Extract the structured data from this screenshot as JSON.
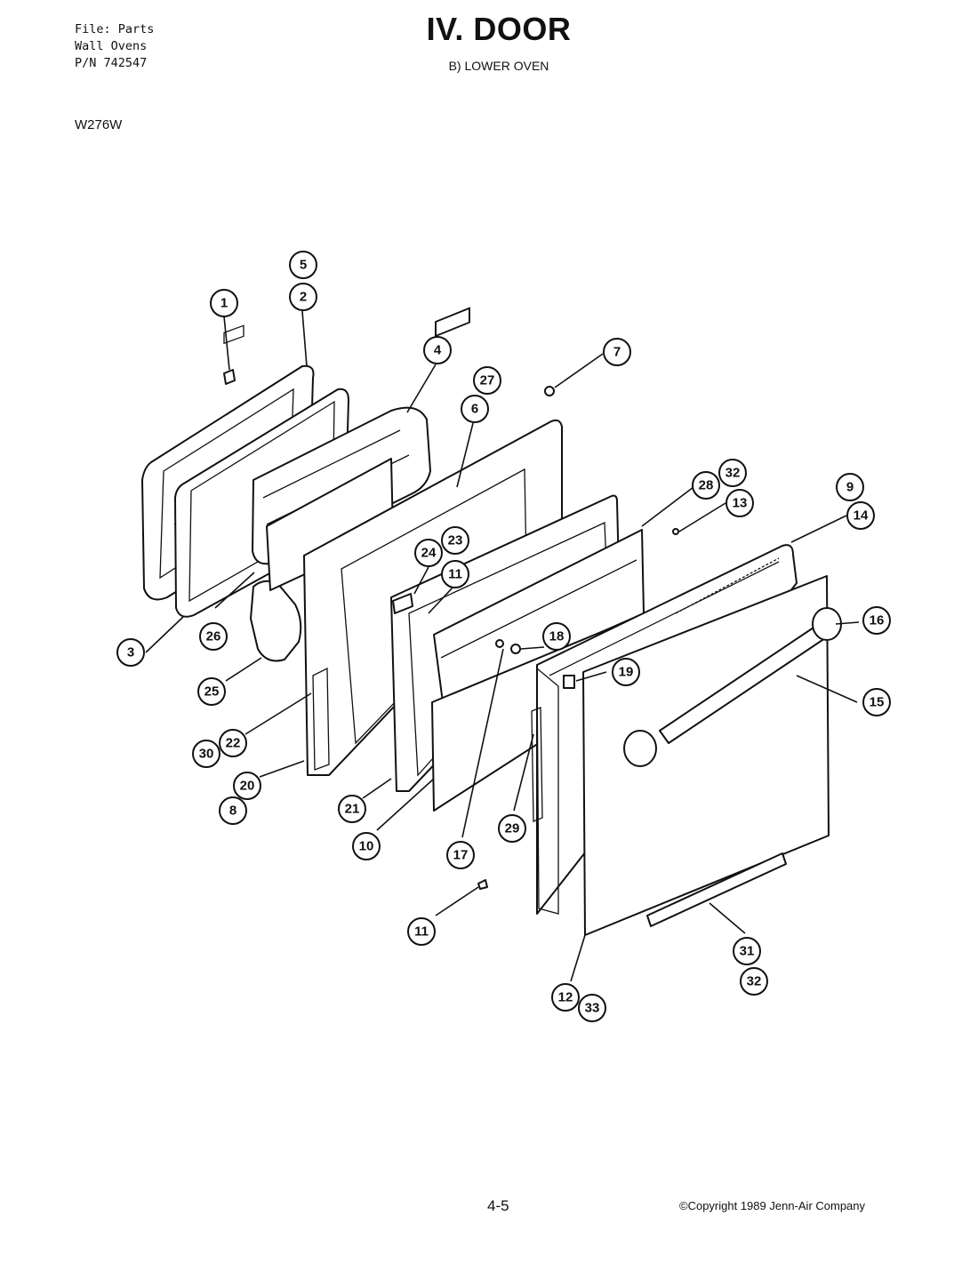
{
  "header": {
    "file_lines": [
      "File: Parts",
      "Wall Ovens",
      "P/N 742547"
    ],
    "title": "IV. DOOR",
    "subtitle": "B) LOWER OVEN",
    "model": "W276W"
  },
  "callouts": [
    "1",
    "5",
    "2",
    "4",
    "7",
    "27",
    "6",
    "32",
    "28",
    "13",
    "9",
    "14",
    "24",
    "23",
    "11",
    "16",
    "18",
    "19",
    "15",
    "3",
    "26",
    "25",
    "22",
    "30",
    "20",
    "8",
    "21",
    "10",
    "17",
    "29",
    "11",
    "31",
    "32",
    "12",
    "33"
  ],
  "footer": {
    "page_number": "4-5",
    "copyright": "©Copyright 1989 Jenn-Air Company"
  }
}
